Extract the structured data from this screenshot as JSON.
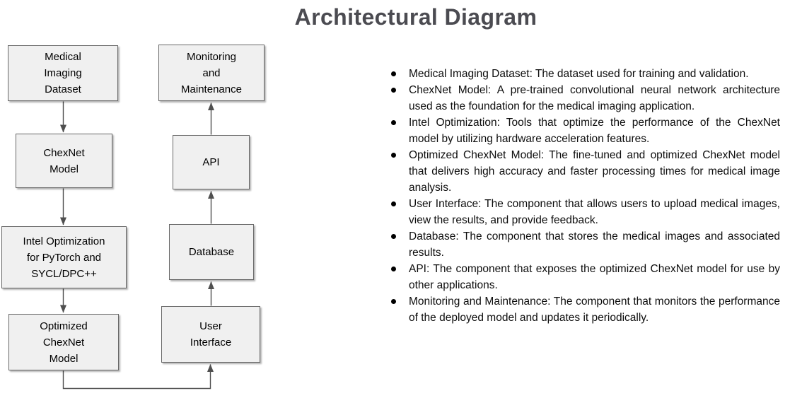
{
  "title": "Architectural Diagram",
  "diagram": {
    "nodes": [
      {
        "id": "medical-imaging-dataset",
        "label": "Medical\nImaging\nDataset"
      },
      {
        "id": "chexnet-model",
        "label": "ChexNet\nModel"
      },
      {
        "id": "intel-optimization",
        "label": "Intel Optimization\nfor PyTorch and\nSYCL/DPC++"
      },
      {
        "id": "optimized-chexnet-model",
        "label": "Optimized\nChexNet\nModel"
      },
      {
        "id": "user-interface",
        "label": "User\nInterface"
      },
      {
        "id": "database",
        "label": "Database"
      },
      {
        "id": "api",
        "label": "API"
      },
      {
        "id": "monitoring-and-maintenance",
        "label": "Monitoring\nand\nMaintenance"
      }
    ],
    "connections": [
      {
        "from": "medical-imaging-dataset",
        "to": "chexnet-model"
      },
      {
        "from": "chexnet-model",
        "to": "intel-optimization"
      },
      {
        "from": "intel-optimization",
        "to": "optimized-chexnet-model"
      },
      {
        "from": "optimized-chexnet-model",
        "to": "user-interface"
      },
      {
        "from": "user-interface",
        "to": "database"
      },
      {
        "from": "database",
        "to": "api"
      },
      {
        "from": "api",
        "to": "monitoring-and-maintenance"
      }
    ]
  },
  "notes": {
    "items": [
      "Medical Imaging Dataset: The dataset used for training and validation.",
      "ChexNet Model: A pre-trained convolutional neural network architecture used as the foundation for the medical imaging application.",
      "Intel Optimization: Tools that optimize the performance of the ChexNet model by utilizing hardware acceleration features.",
      "Optimized ChexNet Model: The fine-tuned and optimized ChexNet model that delivers high accuracy and faster processing times for medical image analysis.",
      "User Interface: The component that allows users to upload medical images, view the results, and provide feedback.",
      "Database: The component that stores the medical images and associated results.",
      "API: The component that exposes the optimized ChexNet model for use by other applications.",
      "Monitoring and Maintenance: The component that monitors the performance of the deployed model and updates it periodically."
    ]
  },
  "colors": {
    "node_fill": "#f0f0f0",
    "node_border": "#686868",
    "arrow": "#4f4f4f",
    "title": "#4b4b51",
    "body_text": "#0d0d0d"
  }
}
